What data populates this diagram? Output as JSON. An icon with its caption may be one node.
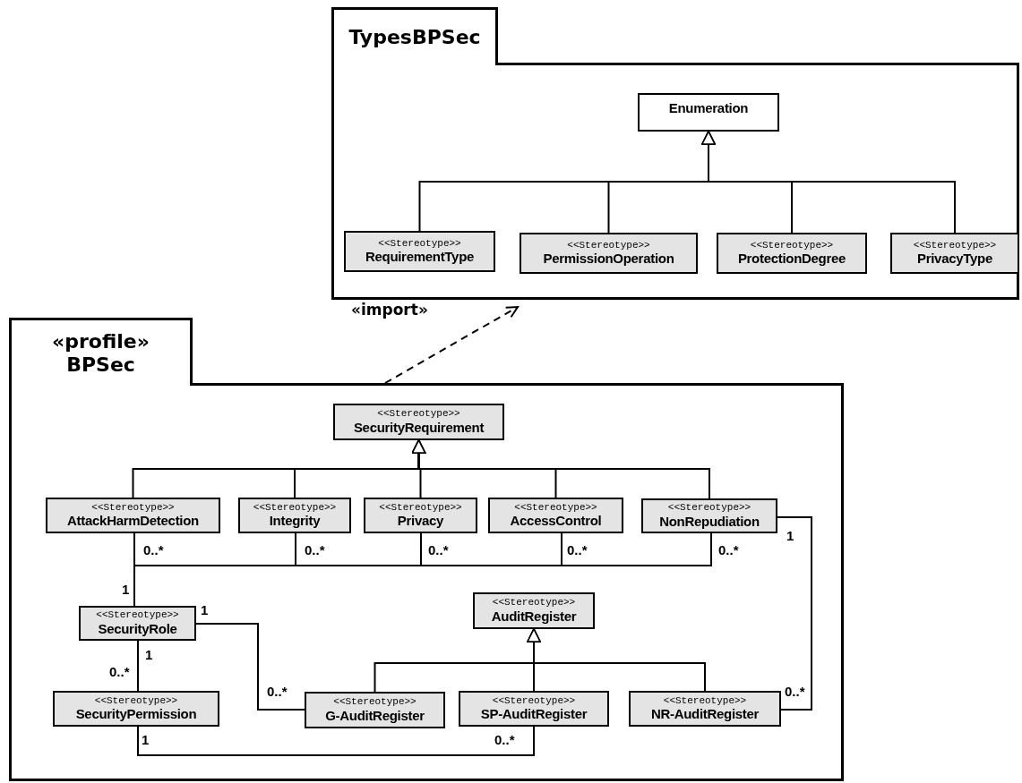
{
  "diagram": {
    "nodes": [
      {
        "text": [
          "TypesBPSec"
        ]
      },
      {
        "text": [
          "Enumeration"
        ],
        "in": 0
      },
      {
        "text": [
          "<<Stereotype>>",
          "RequirementType"
        ],
        "in": 0
      },
      {
        "text": [
          "<<Stereotype>>",
          "PermissionOperation"
        ],
        "in": 0
      },
      {
        "text": [
          "<<Stereotype>>",
          "ProtectionDegree"
        ],
        "in": 0
      },
      {
        "text": [
          "<<Stereotype>>",
          "PrivacyType"
        ],
        "in": 0
      },
      {
        "text": [
          "«profile»",
          "BPSec"
        ]
      },
      {
        "text": [
          "<<Stereotype>>",
          "SecurityRequirement"
        ],
        "in": 6
      },
      {
        "text": [
          "<<Stereotype>>",
          "AttackHarmDetection"
        ],
        "in": 6
      },
      {
        "text": [
          "<<Stereotype>>",
          "Integrity"
        ],
        "in": 6
      },
      {
        "text": [
          "<<Stereotype>>",
          "Privacy"
        ],
        "in": 6
      },
      {
        "text": [
          "<<Stereotype>>",
          "AccessControl"
        ],
        "in": 6
      },
      {
        "text": [
          "<<Stereotype>>",
          "NonRepudiation"
        ],
        "in": 6
      },
      {
        "text": [
          "<<Stereotype>>",
          "SecurityRole"
        ],
        "in": 6
      },
      {
        "text": [
          "<<Stereotype>>",
          "AuditRegister"
        ],
        "in": 6
      },
      {
        "text": [
          "<<Stereotype>>",
          "SecurityPermission"
        ],
        "in": 6
      },
      {
        "text": [
          "<<Stereotype>>",
          "G-AuditRegister"
        ],
        "in": 6
      },
      {
        "text": [
          "<<Stereotype>>",
          "SP-AuditRegister"
        ],
        "in": 6
      },
      {
        "text": [
          "<<Stereotype>>",
          "NR-AuditRegister"
        ],
        "in": 6
      }
    ],
    "edges": [
      {
        "from": 2,
        "to": 1,
        "arrow": "to"
      },
      {
        "from": 3,
        "to": 1,
        "arrow": "to"
      },
      {
        "from": 4,
        "to": 1,
        "arrow": "to"
      },
      {
        "from": 5,
        "to": 1,
        "arrow": "to"
      },
      {
        "from": 6,
        "to": 0,
        "arrow": "to",
        "style": "dashed",
        "label": "«import»"
      },
      {
        "from": 8,
        "to": 7,
        "arrow": "to"
      },
      {
        "from": 9,
        "to": 7,
        "arrow": "to"
      },
      {
        "from": 10,
        "to": 7,
        "arrow": "to"
      },
      {
        "from": 11,
        "to": 7,
        "arrow": "to"
      },
      {
        "from": 12,
        "to": 7,
        "arrow": "to"
      },
      {
        "from": 8,
        "to": 13,
        "arrow": "none"
      },
      {
        "from": 9,
        "to": 13,
        "arrow": "none"
      },
      {
        "from": 10,
        "to": 13,
        "arrow": "none"
      },
      {
        "from": 11,
        "to": 13,
        "arrow": "none"
      },
      {
        "from": 12,
        "to": 13,
        "arrow": "none"
      },
      {
        "from": 16,
        "to": 14,
        "arrow": "to"
      },
      {
        "from": 17,
        "to": 14,
        "arrow": "to"
      },
      {
        "from": 18,
        "to": 14,
        "arrow": "to"
      },
      {
        "from": 13,
        "to": 15,
        "arrow": "none"
      },
      {
        "from": 13,
        "to": 16,
        "arrow": "none"
      },
      {
        "from": 15,
        "to": 17,
        "arrow": "none"
      },
      {
        "from": 12,
        "to": 18,
        "arrow": "none"
      }
    ],
    "labels": [
      "0..*",
      "0..*",
      "0..*",
      "0..*",
      "0..*",
      "1",
      "1",
      "1",
      "1",
      "0..*",
      "0..*",
      "0..*",
      "1",
      "0..*"
    ]
  }
}
